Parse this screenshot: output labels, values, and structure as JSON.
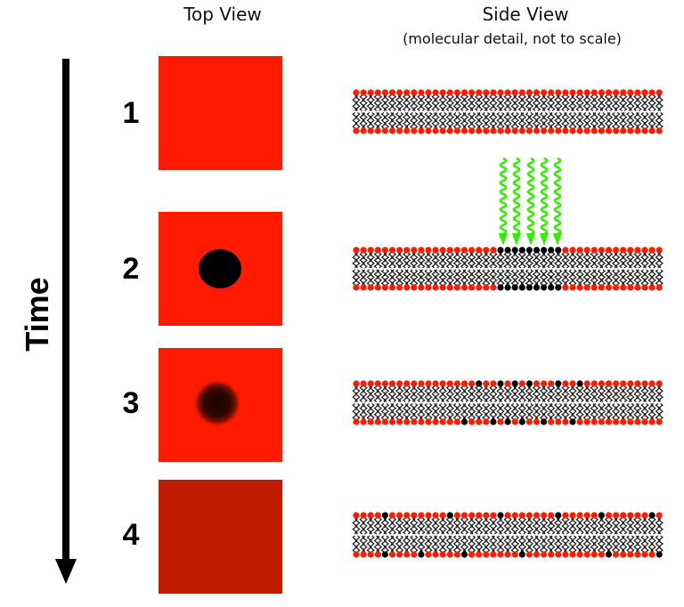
{
  "headers": {
    "top_view": "Top View",
    "side_view": "Side View",
    "side_view_note": "(molecular detail, not to scale)"
  },
  "axis": {
    "label": "Time"
  },
  "steps": [
    {
      "number": "1",
      "square_color": "#ff1a00",
      "spot": "none"
    },
    {
      "number": "2",
      "square_color": "#ff1a00",
      "spot": "sharp"
    },
    {
      "number": "3",
      "square_color": "#ff1a00",
      "spot": "diffuse"
    },
    {
      "number": "4",
      "square_color": "#c21c00",
      "spot": "none"
    }
  ],
  "colors": {
    "headgroup_red": "#ff1a00",
    "headgroup_black": "#000000",
    "light_green": "#33ee00",
    "tail": "#222222"
  },
  "icons": [
    "time-arrow",
    "light-wave-icon"
  ]
}
